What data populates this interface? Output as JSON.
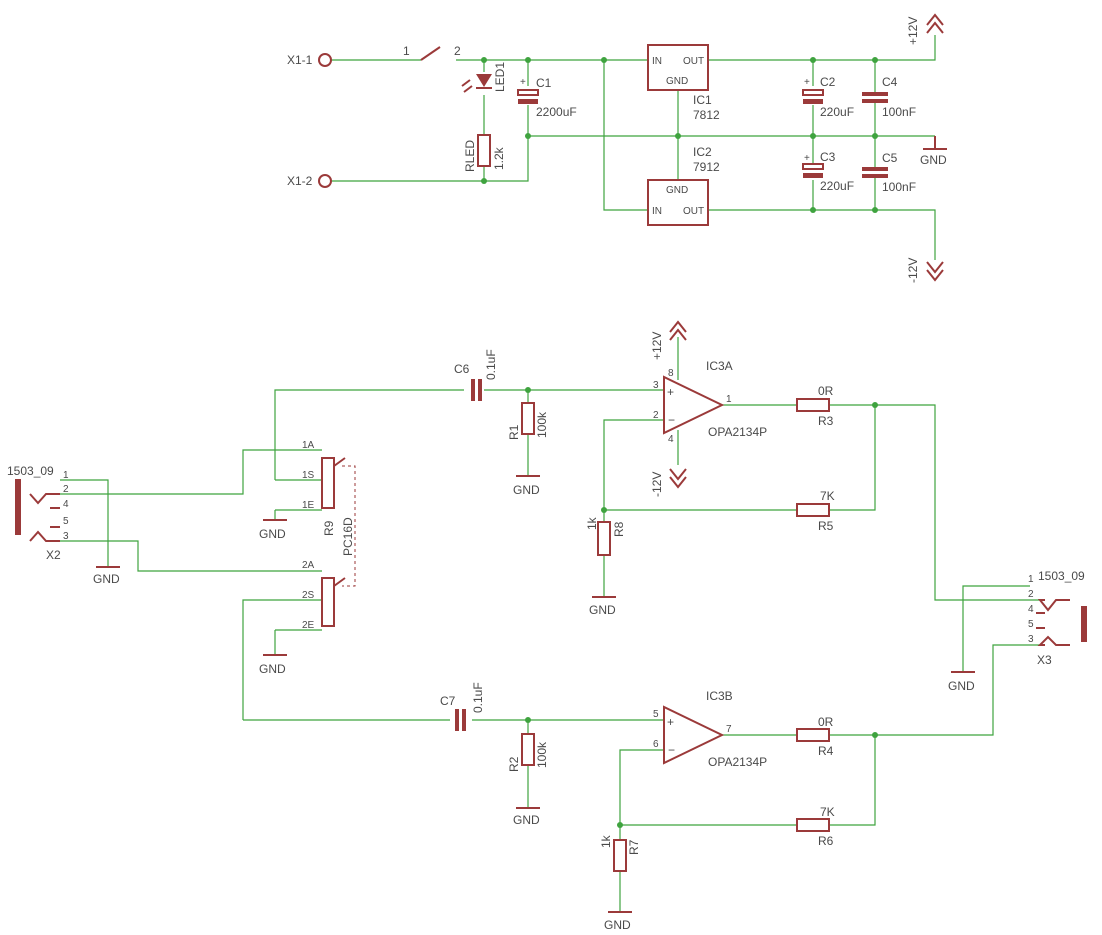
{
  "connectors": {
    "x1_1": "X1-1",
    "x1_2": "X1-2"
  },
  "switch": {
    "pin1": "1",
    "pin2": "2"
  },
  "led": {
    "name": "LED1"
  },
  "rled": {
    "name": "RLED",
    "value": "1.2k"
  },
  "c1": {
    "name": "C1",
    "value": "2200uF"
  },
  "ic1": {
    "name": "IC1",
    "part": "7812",
    "pin_in": "IN",
    "pin_out": "OUT",
    "pin_gnd": "GND"
  },
  "ic2": {
    "name": "IC2",
    "part": "7912",
    "pin_in": "IN",
    "pin_out": "OUT",
    "pin_gnd": "GND"
  },
  "c2": {
    "name": "C2",
    "value": "220uF"
  },
  "c3": {
    "name": "C3",
    "value": "220uF"
  },
  "c4": {
    "name": "C4",
    "value": "100nF"
  },
  "c5": {
    "name": "C5",
    "value": "100nF"
  },
  "rails": {
    "pos": "+12V",
    "neg": "-12V",
    "gnd": "GND"
  },
  "c6": {
    "name": "C6",
    "value": "0.1uF"
  },
  "c7": {
    "name": "C7",
    "value": "0.1uF"
  },
  "r1": {
    "name": "R1",
    "value": "100k"
  },
  "r2": {
    "name": "R2",
    "value": "100k"
  },
  "ic3a": {
    "name": "IC3A",
    "part": "OPA2134P",
    "pins": [
      "3",
      "2",
      "1",
      "8",
      "4"
    ]
  },
  "ic3b": {
    "name": "IC3B",
    "part": "OPA2134P",
    "pins": [
      "5",
      "6",
      "7"
    ]
  },
  "r3": {
    "name": "R3",
    "value": "0R"
  },
  "r4": {
    "name": "R4",
    "value": "0R"
  },
  "r5": {
    "name": "R5",
    "value": "7K"
  },
  "r6": {
    "name": "R6",
    "value": "7K"
  },
  "r7": {
    "name": "R7",
    "value": "1k"
  },
  "r8": {
    "name": "R8",
    "value": "1k"
  },
  "r9": {
    "name": "R9",
    "part": "PC16D",
    "pins": [
      "1A",
      "1S",
      "1E",
      "2A",
      "2S",
      "2E"
    ]
  },
  "x2": {
    "name": "X2",
    "part": "1503_09",
    "pins": [
      "1",
      "2",
      "4",
      "5",
      "3"
    ]
  },
  "x3": {
    "name": "X3",
    "part": "1503_09",
    "pins": [
      "1",
      "2",
      "4",
      "5",
      "3"
    ]
  }
}
